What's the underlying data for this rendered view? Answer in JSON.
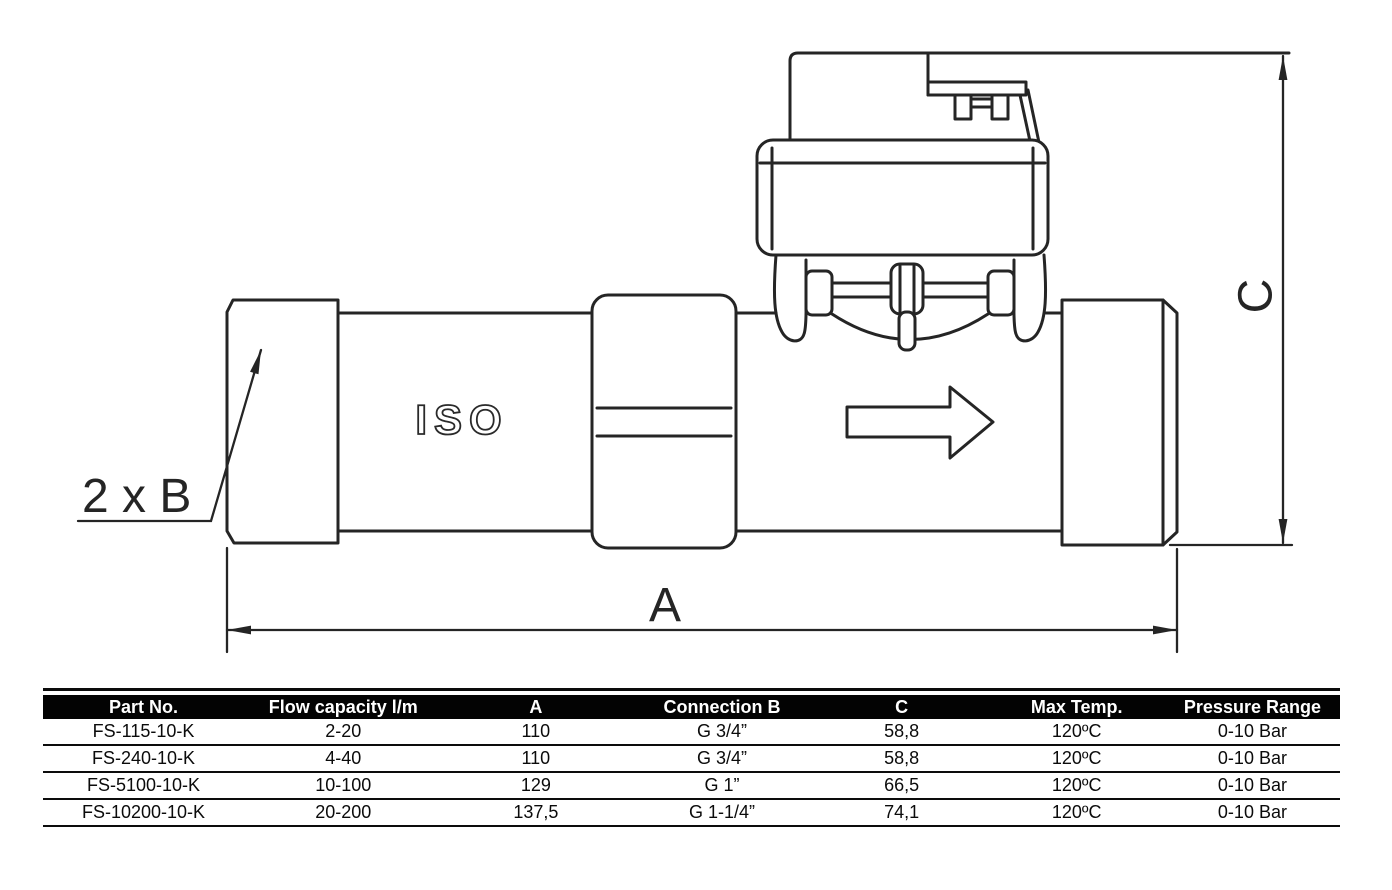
{
  "diagram": {
    "iso_label": "ISO",
    "dim_a_label": "A",
    "dim_c_label": "C",
    "dim_b_label": "2 x B"
  },
  "icons": {
    "flow_direction": "right-arrow"
  },
  "colors": {
    "line": "#252525",
    "table_rule": "#0c0c0c",
    "header_bg": "#030303",
    "header_text": "#ffffff",
    "background": "#ffffff"
  },
  "table": {
    "headers": [
      "Part No.",
      "Flow capacity l/m",
      "A",
      "Connection B",
      "C",
      "Max Temp.",
      "Pressure Range"
    ],
    "rows": [
      [
        "FS-115-10-K",
        "2-20",
        "110",
        "G 3/4”",
        "58,8",
        "120ºC",
        "0-10 Bar"
      ],
      [
        "FS-240-10-K",
        "4-40",
        "110",
        "G 3/4”",
        "58,8",
        "120ºC",
        "0-10 Bar"
      ],
      [
        "FS-5100-10-K",
        "10-100",
        "129",
        "G 1”",
        "66,5",
        "120ºC",
        "0-10 Bar"
      ],
      [
        "FS-10200-10-K",
        "20-200",
        "137,5",
        "G 1-1/4”",
        "74,1",
        "120ºC",
        "0-10 Bar"
      ]
    ]
  }
}
